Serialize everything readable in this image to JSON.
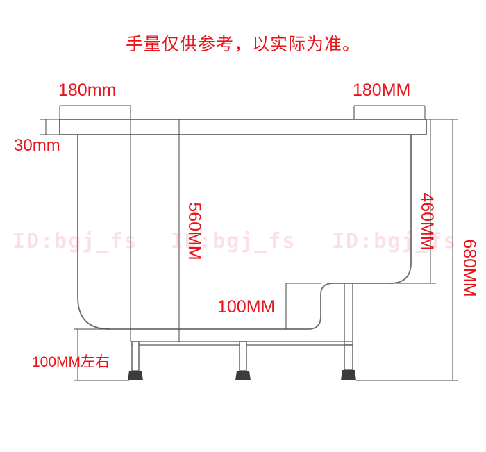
{
  "title": "手量仅供参考，以实际为准。",
  "watermark": "ID:bgj_fs",
  "dimensions": {
    "top_left_width": "180mm",
    "top_right_width": "180MM",
    "rim_thickness": "30mm",
    "inner_depth": "560MM",
    "step_depth": "460MM",
    "overall_height": "680MM",
    "step_height": "100MM",
    "leg_height": "100MM左右"
  },
  "colors": {
    "dimension": "#e8141b",
    "outline": "#7a7a7a",
    "line": "#333333"
  }
}
